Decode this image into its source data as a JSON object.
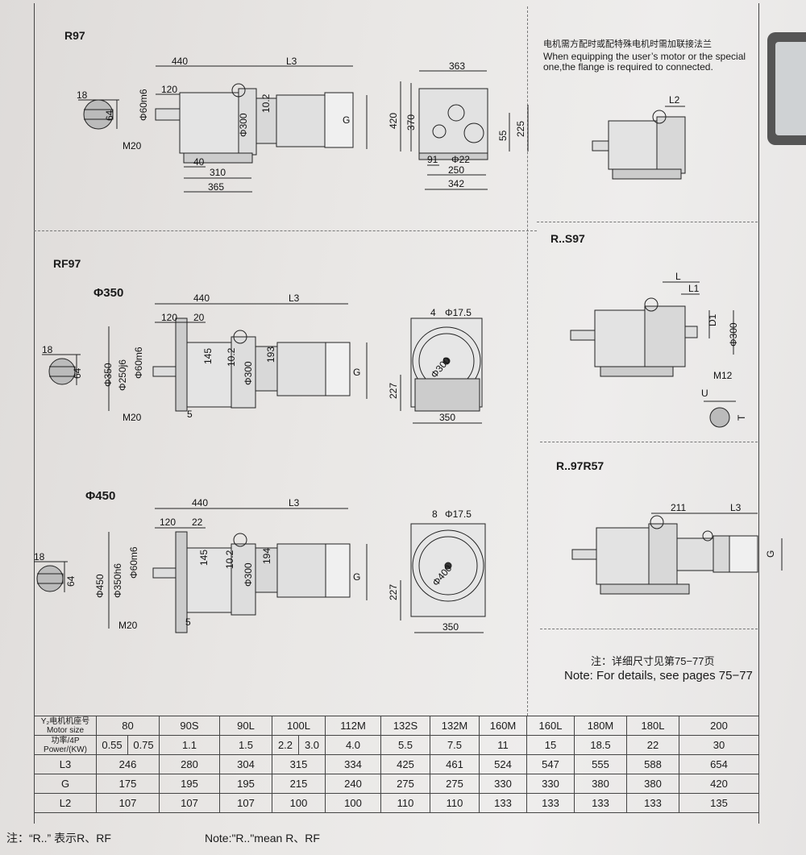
{
  "sections": {
    "r97": {
      "title": "R97",
      "dims": {
        "d440": "440",
        "dL3": "L3",
        "d120": "120",
        "d18": "18",
        "d64": "64",
        "phi60": "Φ60m6",
        "m20": "M20",
        "d10_2": "10.2",
        "phi300": "Φ300",
        "g": "G",
        "d40": "40",
        "d310": "310",
        "d365": "365",
        "d363": "363",
        "d420": "420",
        "d370": "370",
        "d55": "55",
        "d225": "225",
        "d91": "91",
        "phi22": "Φ22",
        "d250": "250",
        "d342": "342"
      }
    },
    "flange_note": {
      "cn": "电机需方配时或配特殊电机时需加联接法兰",
      "en1": "When equipping the user’s motor or the special",
      "en2": "one,the flange is required to connected.",
      "l2": "L2"
    },
    "rf97": {
      "title": "RF97",
      "phi350_title": "Φ350",
      "dims": {
        "d440": "440",
        "dL3": "L3",
        "d120": "120",
        "d20": "20",
        "d18": "18",
        "d64": "64",
        "phi350": "Φ350",
        "phi250": "Φ250j6",
        "phi60": "Φ60m6",
        "d145": "145",
        "d10_2": "10.2",
        "phi300": "Φ300",
        "d193": "193",
        "g": "G",
        "m20": "M20",
        "d5": "5",
        "d4": "4",
        "phi17_5": "Φ17.5",
        "d227": "227",
        "d350": "350",
        "phi300b": "Φ300"
      }
    },
    "rf97_450": {
      "title": "Φ450",
      "dims": {
        "d440": "440",
        "dL3": "L3",
        "d120": "120",
        "d22": "22",
        "d18": "18",
        "d64": "64",
        "phi450": "Φ450",
        "phi350h6": "Φ350h6",
        "phi60": "Φ60m6",
        "d145": "145",
        "d10_2": "10.2",
        "phi300": "Φ300",
        "d194": "194",
        "g": "G",
        "m20": "M20",
        "d5": "5",
        "d8": "8",
        "phi17_5": "Φ17.5",
        "d227": "227",
        "d350": "350",
        "phi400": "Φ400"
      }
    },
    "rs97": {
      "title": "R..S97",
      "dims": {
        "l": "L",
        "l1": "L1",
        "d1": "D1",
        "phi300": "Φ300",
        "m12": "M12",
        "u": "U",
        "t": "T"
      }
    },
    "r97r57": {
      "title": "R..97R57",
      "dims": {
        "d211": "211",
        "dL3": "L3",
        "g": "G"
      }
    },
    "details_note": {
      "cn": "注：详细尺寸见第75−77页",
      "en": "Note: For details, see pages 75−77"
    }
  },
  "table": {
    "row_headers": {
      "motor_cn": "Y₂电机机座号",
      "motor_en": "Motor size",
      "power_cn": "功率/4P",
      "power_en": "Power/(KW)",
      "l3": "L3",
      "g": "G",
      "l2": "L2"
    },
    "motor_sizes": [
      "80",
      "90S",
      "90L",
      "100L",
      "112M",
      "132S",
      "132M",
      "160M",
      "160L",
      "180M",
      "180L",
      "200"
    ],
    "power": [
      "0.55",
      "0.75",
      "1.1",
      "1.5",
      "2.2",
      "3.0",
      "4.0",
      "5.5",
      "7.5",
      "11",
      "15",
      "18.5",
      "22",
      "30"
    ],
    "l3": [
      "246",
      "280",
      "304",
      "315",
      "334",
      "425",
      "461",
      "524",
      "547",
      "555",
      "588",
      "654"
    ],
    "g": [
      "175",
      "195",
      "195",
      "215",
      "240",
      "275",
      "275",
      "330",
      "330",
      "380",
      "380",
      "420"
    ],
    "l2": [
      "107",
      "107",
      "107",
      "100",
      "100",
      "110",
      "110",
      "133",
      "133",
      "133",
      "133",
      "135"
    ]
  },
  "footer": {
    "cn": "注：“R..” 表示R、RF",
    "en": "Note:\"R..\"mean R、RF"
  }
}
